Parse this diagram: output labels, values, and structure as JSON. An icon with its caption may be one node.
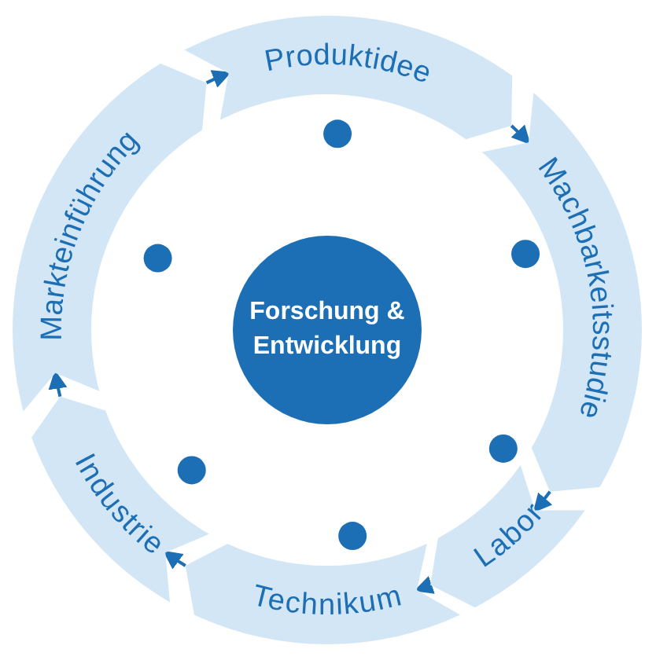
{
  "diagram": {
    "nodes": [
      {
        "text": [
          "Produktidee"
        ]
      },
      {
        "text": [
          "Machbarkeitsstudie"
        ]
      },
      {
        "text": [
          "Labor"
        ]
      },
      {
        "text": [
          "Technikum"
        ]
      },
      {
        "text": [
          "Industrie"
        ]
      },
      {
        "text": [
          "Markteinführung"
        ]
      },
      {
        "text": [
          "Forschung & Entwicklung"
        ]
      }
    ],
    "edges": [
      {
        "from": 0,
        "to": 1,
        "arrow": "to"
      },
      {
        "from": 1,
        "to": 2,
        "arrow": "to"
      },
      {
        "from": 2,
        "to": 3,
        "arrow": "to"
      },
      {
        "from": 3,
        "to": 4,
        "arrow": "to"
      },
      {
        "from": 4,
        "to": 5,
        "arrow": "to"
      },
      {
        "from": 5,
        "to": 0,
        "arrow": "to"
      }
    ]
  }
}
